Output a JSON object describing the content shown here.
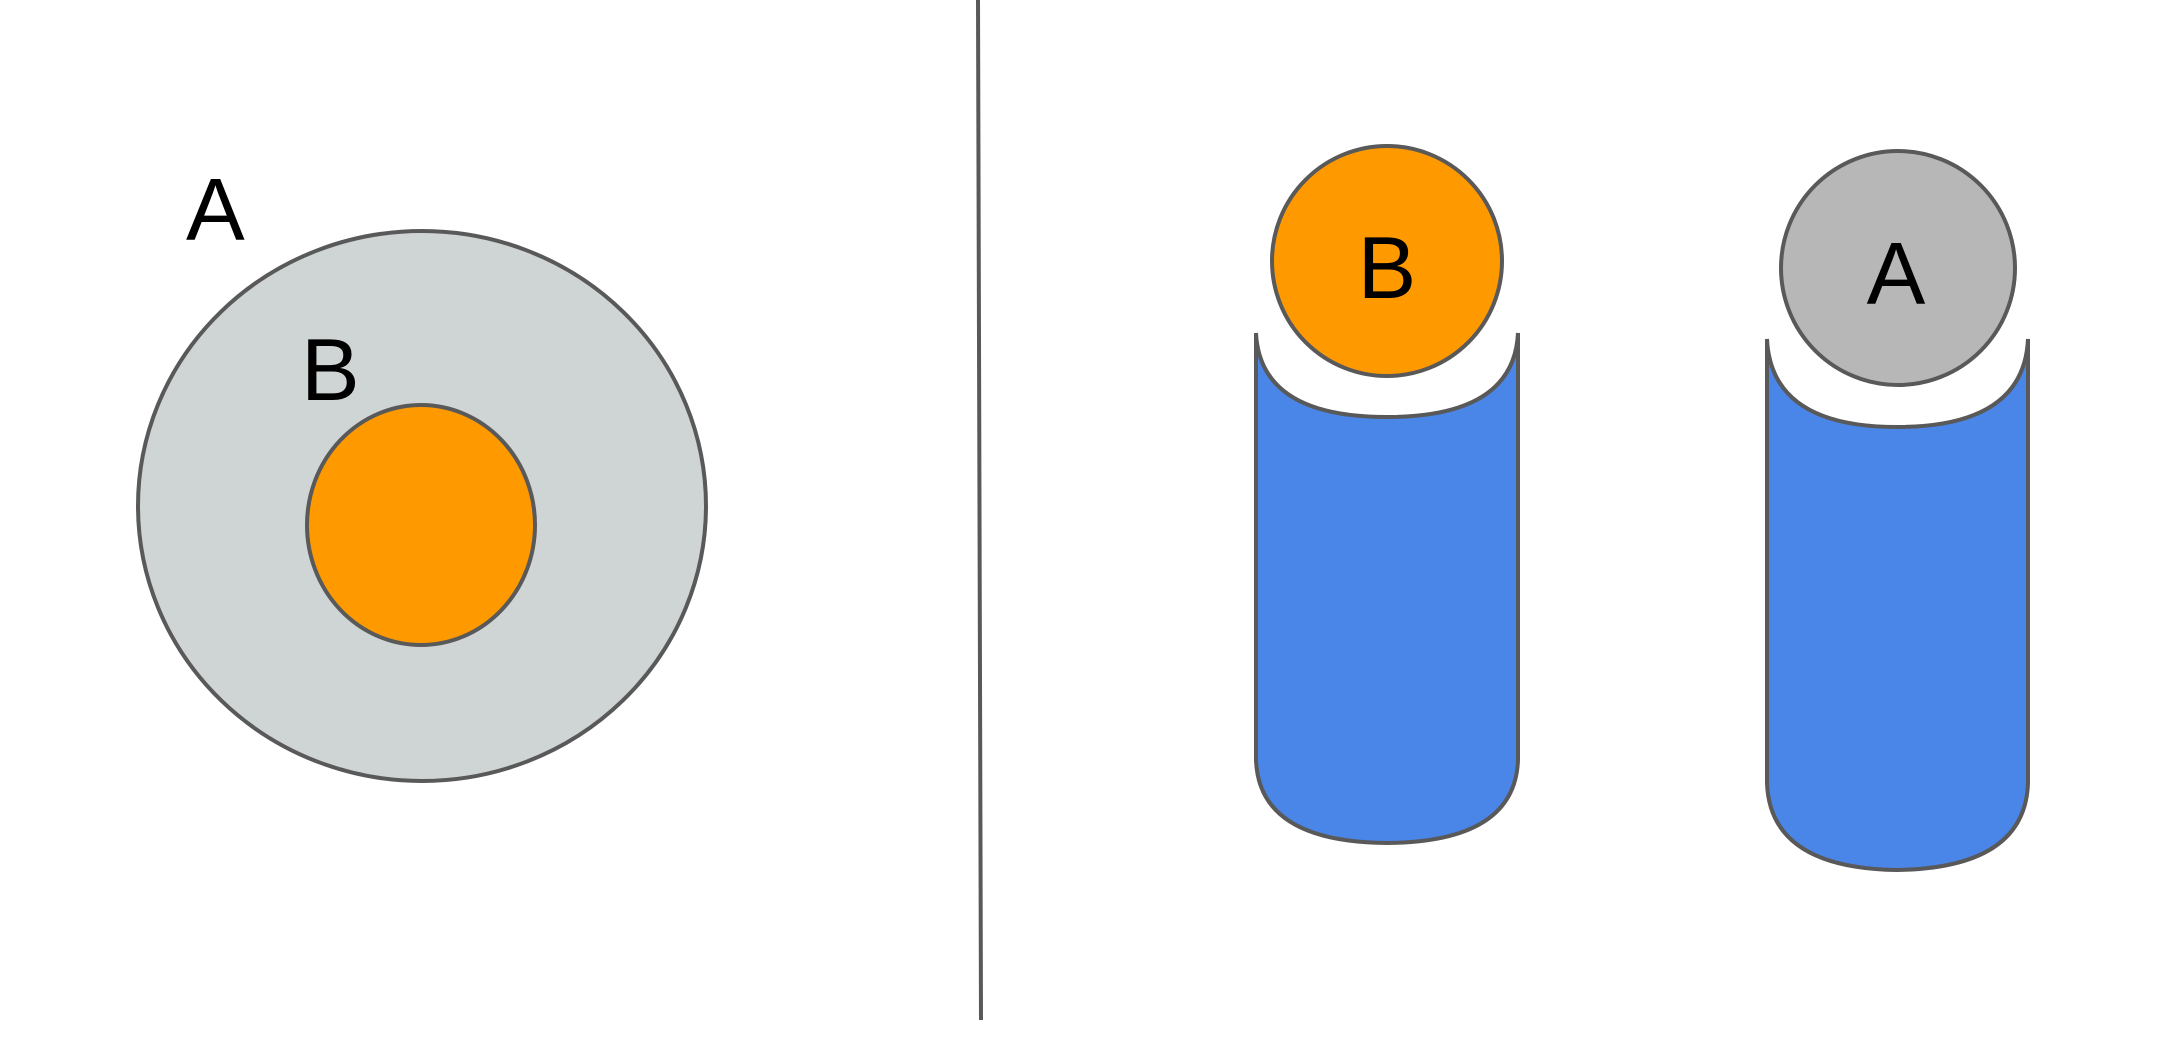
{
  "left_panel": {
    "outer_label": "A",
    "inner_label": "B"
  },
  "right_panel": {
    "stack_b": {
      "label": "B"
    },
    "stack_a": {
      "label": "A"
    }
  },
  "colors": {
    "outer_region": "#cfd4d5",
    "inner_region": "#ff9900",
    "ball_b": "#ff9900",
    "ball_a": "#b7b7b7",
    "cylinder": "#4a86e8",
    "stroke": "#595959",
    "divider": "#595959"
  }
}
